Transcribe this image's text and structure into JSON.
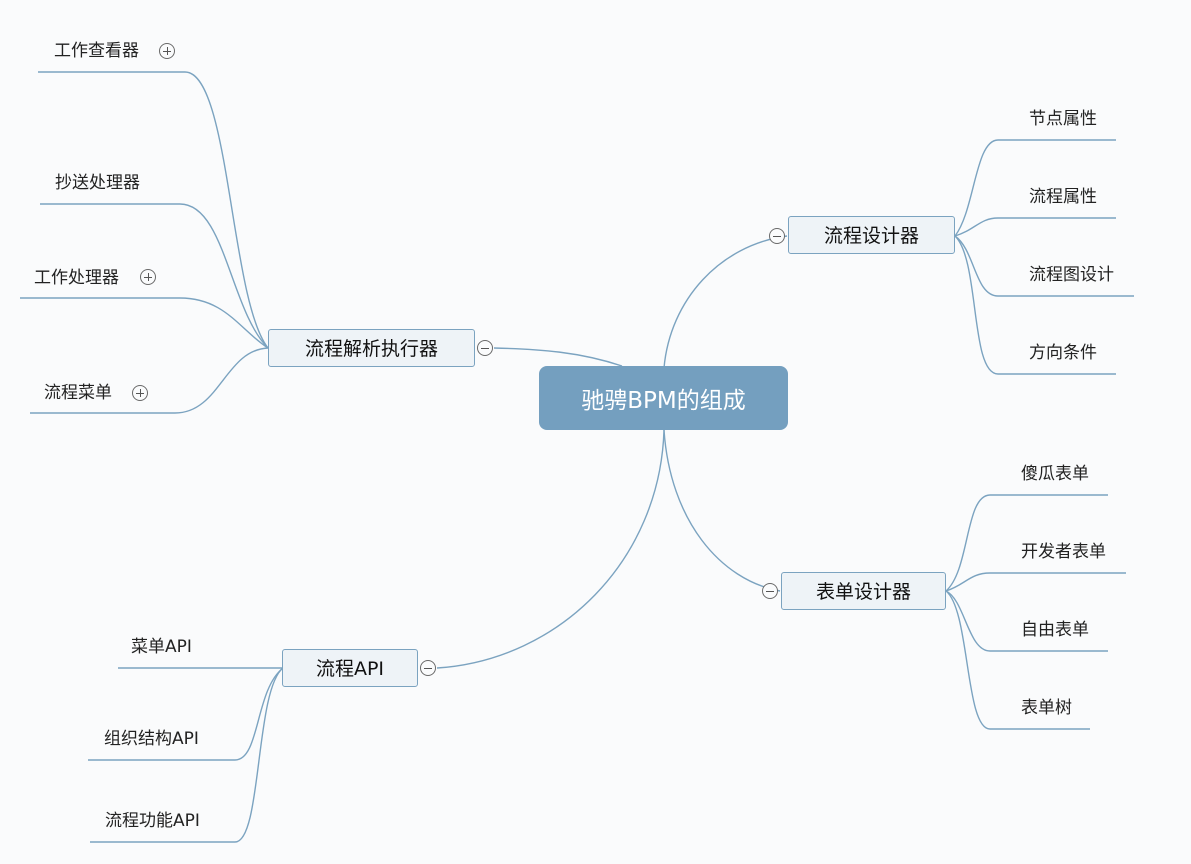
{
  "center": {
    "label": "驰骋BPM的组成"
  },
  "branches": {
    "process_designer": {
      "label": "流程设计器",
      "children": [
        "节点属性",
        "流程属性",
        "流程图设计",
        "方向条件"
      ]
    },
    "form_designer": {
      "label": "表单设计器",
      "children": [
        "傻瓜表单",
        "开发者表单",
        "自由表单",
        "表单树"
      ]
    },
    "process_executor": {
      "label": "流程解析执行器",
      "children": [
        "工作查看器",
        "抄送处理器",
        "工作处理器",
        "流程菜单"
      ]
    },
    "process_api": {
      "label": "流程API",
      "children": [
        "菜单API",
        "组织结构API",
        "流程功能API"
      ]
    }
  },
  "colors": {
    "center_fill": "#749fbf",
    "branch_fill": "#eef3f7",
    "connector": "#7ba3c0",
    "background": "#fafbfc"
  },
  "icons": {
    "collapse": "minus-circle-icon",
    "expand": "plus-circle-icon"
  }
}
